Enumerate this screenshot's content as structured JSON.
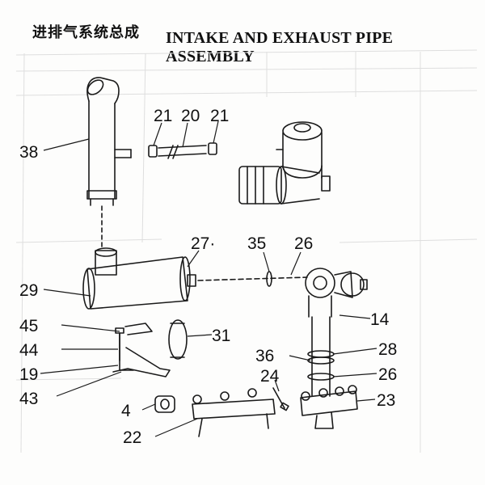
{
  "title": {
    "cn": "进排气系统总成",
    "en": "INTAKE AND EXHAUST PIPE  ASSEMBLY"
  },
  "callouts": {
    "c38": "38",
    "c21a": "21",
    "c20": "20",
    "c21b": "21",
    "c27": "27·",
    "c35": "35",
    "c26a": "26",
    "c29": "29",
    "c14": "14",
    "c45": "45",
    "c31": "31",
    "c44": "44",
    "c36": "36",
    "c28": "28",
    "c19": "19",
    "c26b": "26",
    "c24": "24",
    "c43": "43",
    "c23": "23",
    "c4": "4",
    "c22": "22"
  },
  "colors": {
    "ink": "#1a1a1a",
    "bleed": "#d9d9d9"
  }
}
